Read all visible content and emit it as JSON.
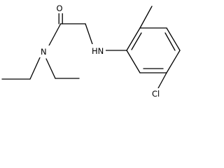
{
  "molecule": {
    "atoms": {
      "oxygen": "O",
      "amide_nitrogen": "N",
      "amine_nitrogen": "HN",
      "chlorine": "Cl"
    }
  },
  "colors": {
    "bond": "#000000",
    "label": "#000000",
    "background": "#ffffff"
  }
}
